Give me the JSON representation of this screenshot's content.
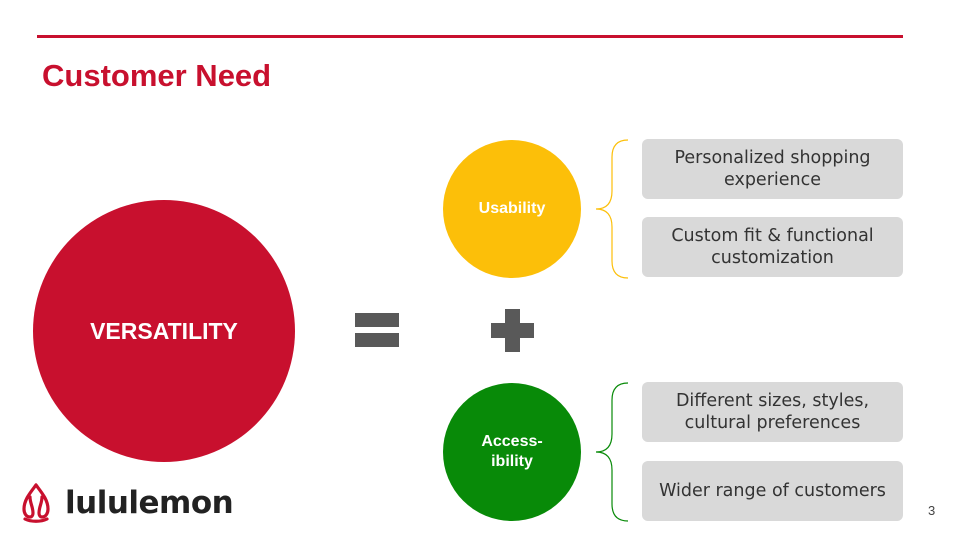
{
  "slide": {
    "title": "Customer Need",
    "page_number": "3"
  },
  "colors": {
    "brand_red": "#c8102e",
    "usability_yellow": "#fcbf09",
    "accessibility_green": "#088a08",
    "operator_gray": "#595959",
    "box_gray": "#d9d9d9"
  },
  "main": {
    "concept": "VERSATILITY",
    "equals_icon": "equals-sign-icon",
    "plus_icon": "plus-sign-icon"
  },
  "usability": {
    "label": "Usability",
    "items": [
      "Personalized shopping experience",
      "Custom fit & functional customization"
    ]
  },
  "accessibility": {
    "label_line1": "Access-",
    "label_line2": "ibility",
    "items": [
      "Different sizes, styles, cultural preferences",
      "Wider range of customers"
    ]
  },
  "logo": {
    "icon": "lululemon-logo-icon",
    "text": "lululemon"
  }
}
